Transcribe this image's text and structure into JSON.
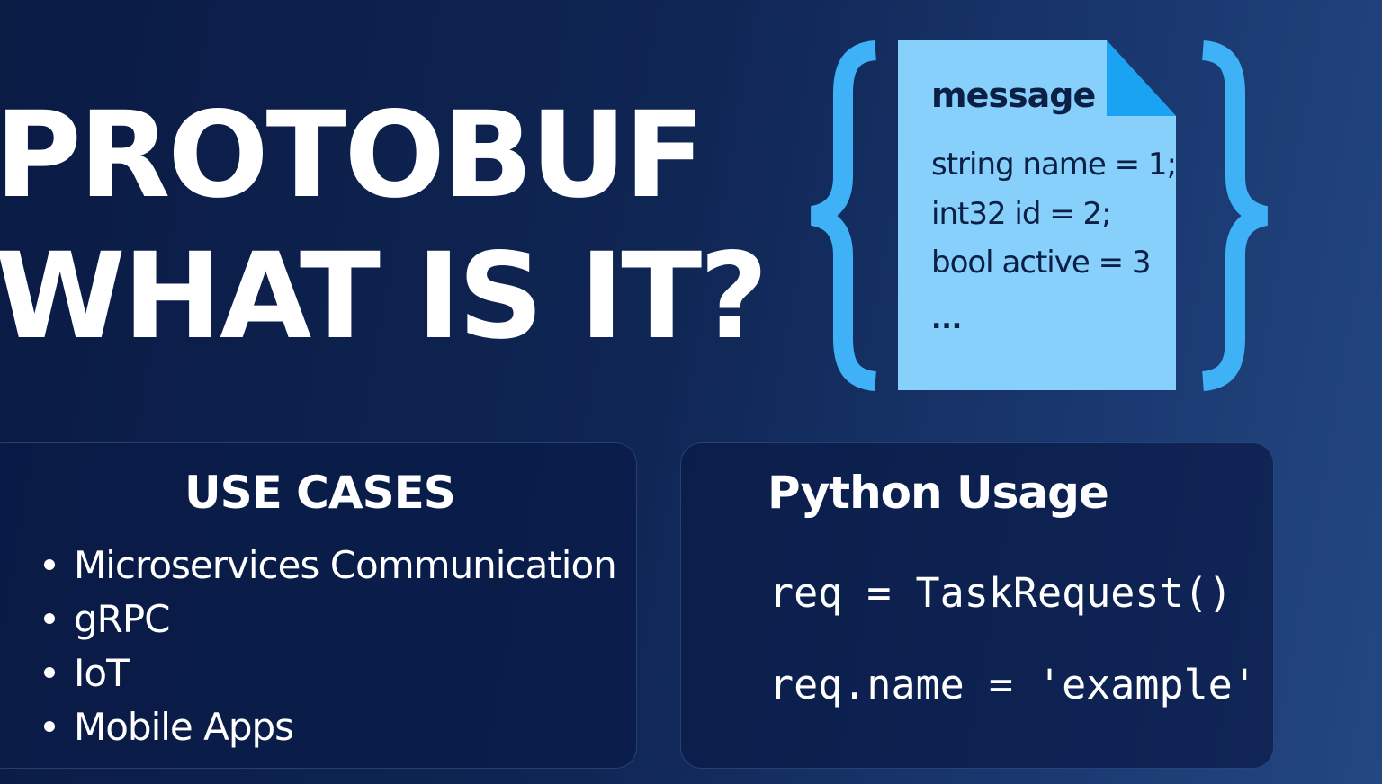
{
  "title": {
    "line1": "PROTOBUF",
    "line2": "WHAT IS IT?"
  },
  "proto_document": {
    "heading": "message",
    "fields": [
      "string name = 1;",
      "int32 id = 2;",
      "bool active = 3"
    ],
    "ellipsis": "..."
  },
  "use_cases": {
    "title": "USE CASES",
    "items": [
      "Microservices Communication",
      "gRPC",
      "IoT",
      "Mobile Apps"
    ]
  },
  "python_usage": {
    "title": "Python Usage",
    "code_lines": [
      "req = TaskRequest()",
      "req.name = 'example'"
    ]
  },
  "colors": {
    "background_dark": "#0a1b44",
    "background_light": "#24477f",
    "brace": "#3fb1f7",
    "document": "#86d0fb",
    "document_fold": "#1aa3f3",
    "document_text": "#0c1f45",
    "text": "#ffffff"
  }
}
